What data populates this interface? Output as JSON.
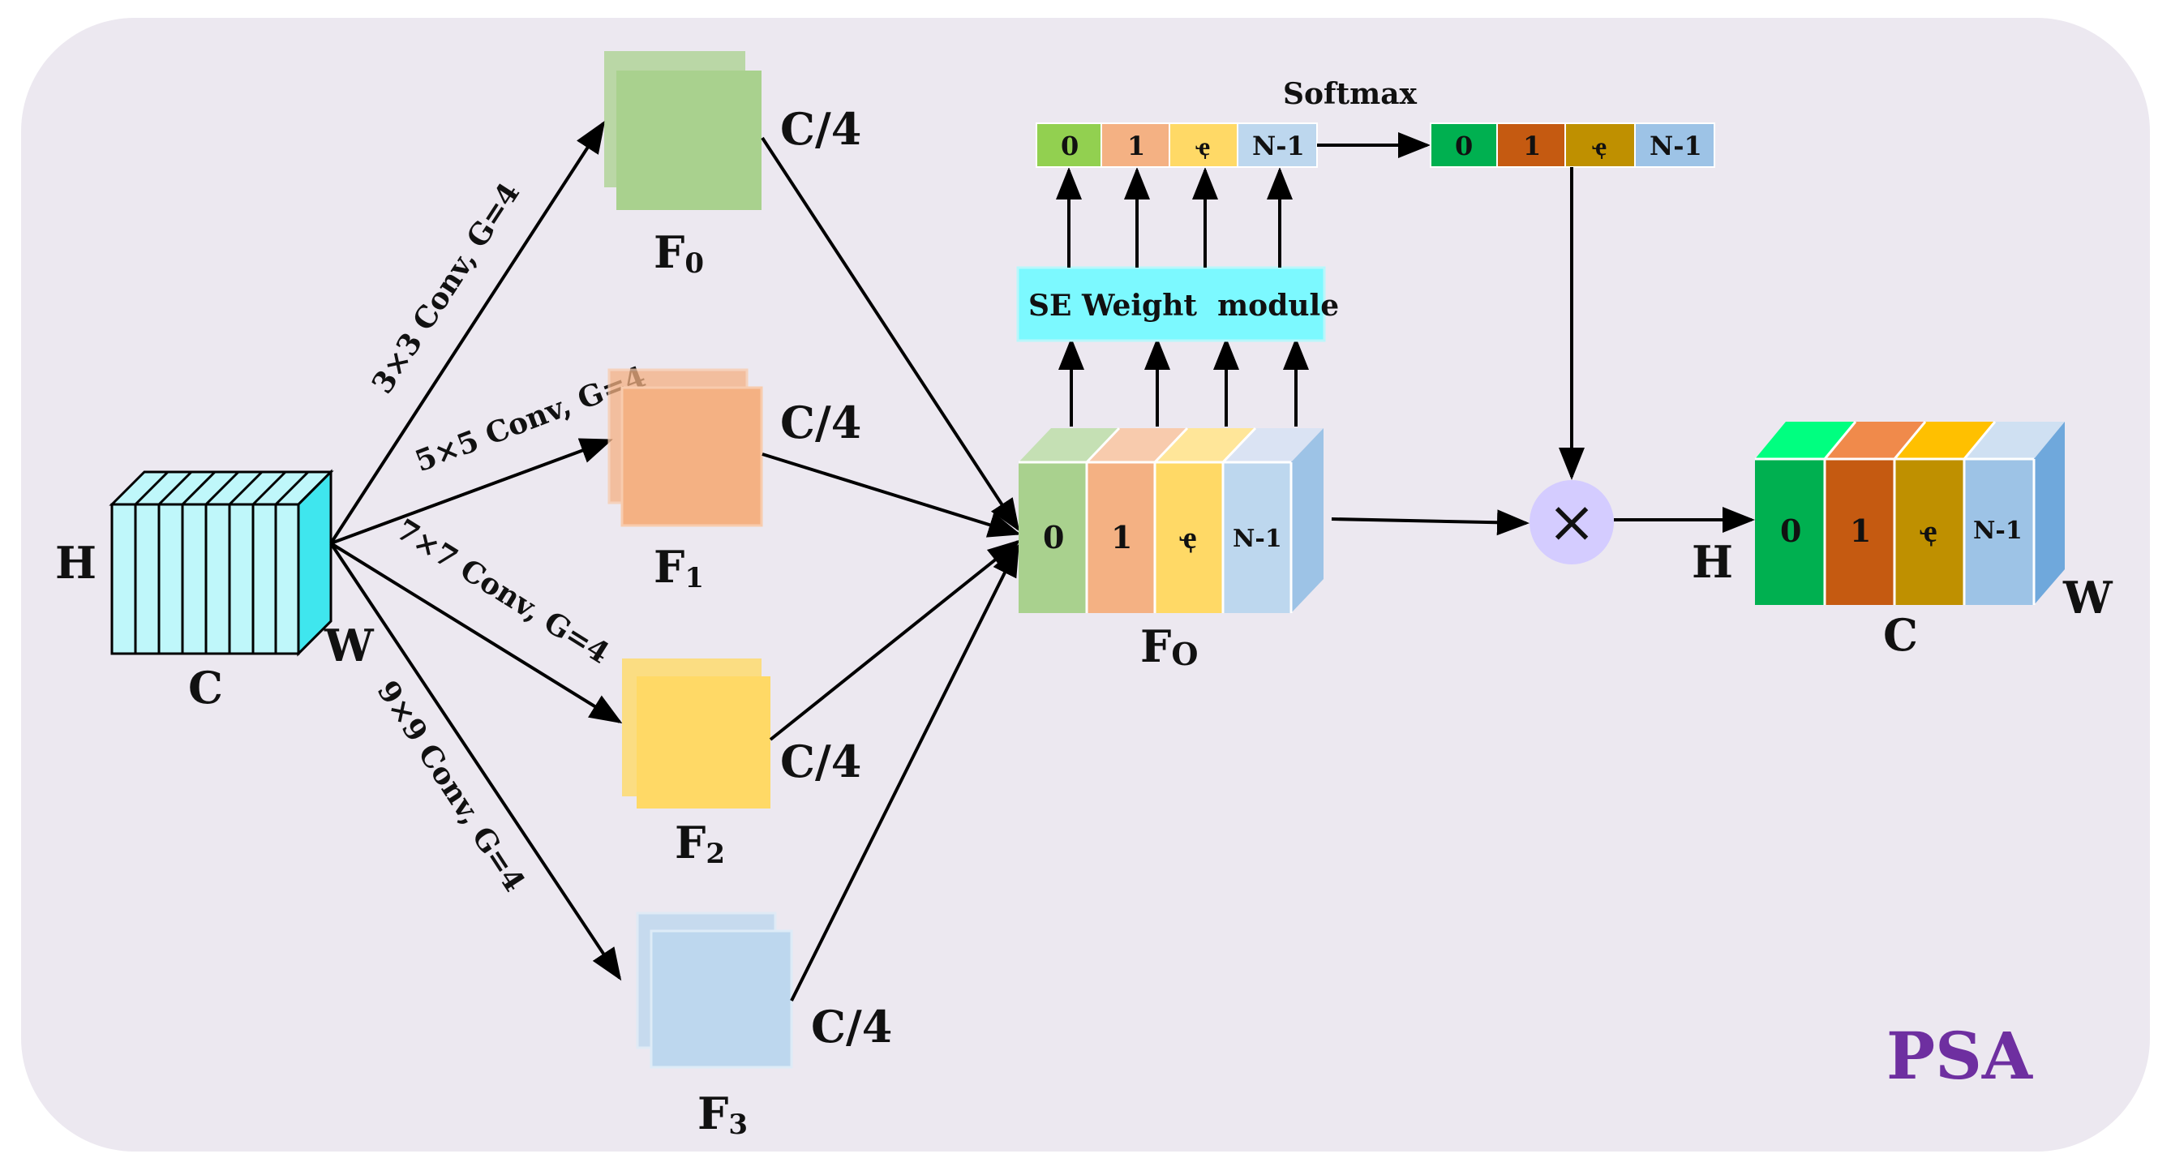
{
  "input": {
    "h": "H",
    "w": "W",
    "c": "C"
  },
  "branches": [
    {
      "conv": "3×3 Conv, G=4",
      "channels": "C/4",
      "feature": "F",
      "sub": "0",
      "color": "#a9d18e"
    },
    {
      "conv": "5×5 Conv, G=4",
      "channels": "C/4",
      "feature": "F",
      "sub": "1",
      "color": "#f4b183"
    },
    {
      "conv": "7×7 Conv, G=4",
      "channels": "C/4",
      "feature": "F",
      "sub": "2",
      "color": "#ffd966"
    },
    {
      "conv": "9×9 Conv, G=4",
      "channels": "C/4",
      "feature": "F",
      "sub": "3",
      "color": "#bdd7ee"
    }
  ],
  "concat": {
    "feature": "F",
    "sub": "O",
    "cells": [
      "0",
      "1",
      "ҿ",
      "N-1"
    ]
  },
  "se_module": "SE Weight  module",
  "weights": {
    "cells": [
      "0",
      "1",
      "ҿ",
      "N-1"
    ],
    "colors": [
      "#92d050",
      "#f4b183",
      "#ffd966",
      "#bdd7ee"
    ]
  },
  "softmax": {
    "label": "Softmax",
    "cells": [
      "0",
      "1",
      "ҿ",
      "N-1"
    ],
    "colors": [
      "#00b050",
      "#c55a11",
      "#bf9000",
      "#9dc3e6"
    ]
  },
  "multiply": "×",
  "output": {
    "h": "H",
    "w": "W",
    "c": "C",
    "cells": [
      "0",
      "1",
      "ҿ",
      "N-1"
    ]
  },
  "title": "PSA"
}
